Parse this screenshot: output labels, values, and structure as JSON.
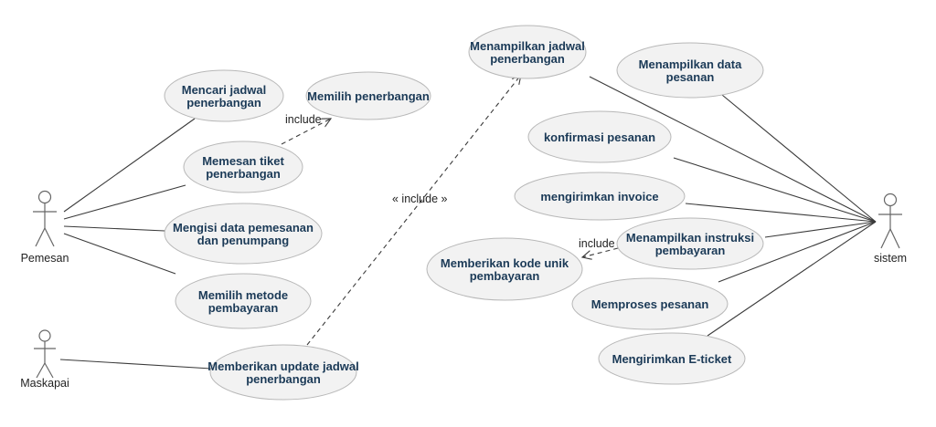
{
  "actors": {
    "pemesan": "Pemesan",
    "maskapai": "Maskapai",
    "sistem": "sistem"
  },
  "use_cases": {
    "mencari_jadwal": [
      "Mencari jadwal",
      "penerbangan"
    ],
    "memilih_penerbangan": [
      "Memilih penerbangan"
    ],
    "memesan_tiket": [
      "Memesan tiket",
      "penerbangan"
    ],
    "mengisi_data": [
      "Mengisi data pemesanan",
      "dan penumpang"
    ],
    "memilih_metode": [
      "Memilih metode",
      "pembayaran"
    ],
    "memberikan_update": [
      "Memberikan update jadwal",
      "penerbangan"
    ],
    "menampilkan_jadwal": [
      "Menampilkan jadwal",
      "penerbangan"
    ],
    "menampilkan_data_pesanan": [
      "Menampilkan data",
      "pesanan"
    ],
    "konfirmasi_pesanan": [
      "konfirmasi pesanan"
    ],
    "mengirimkan_invoice": [
      "mengirimkan invoice"
    ],
    "menampilkan_instruksi": [
      "Menampilkan instruksi",
      "pembayaran"
    ],
    "memberikan_kode": [
      "Memberikan kode unik",
      "pembayaran"
    ],
    "memproses_pesanan": [
      "Memproses pesanan"
    ],
    "mengirimkan_eticket": [
      "Mengirimkan E-ticket"
    ]
  },
  "relationships": {
    "include_memilih": "include",
    "include_update": "« include »",
    "include_kode": "include"
  }
}
